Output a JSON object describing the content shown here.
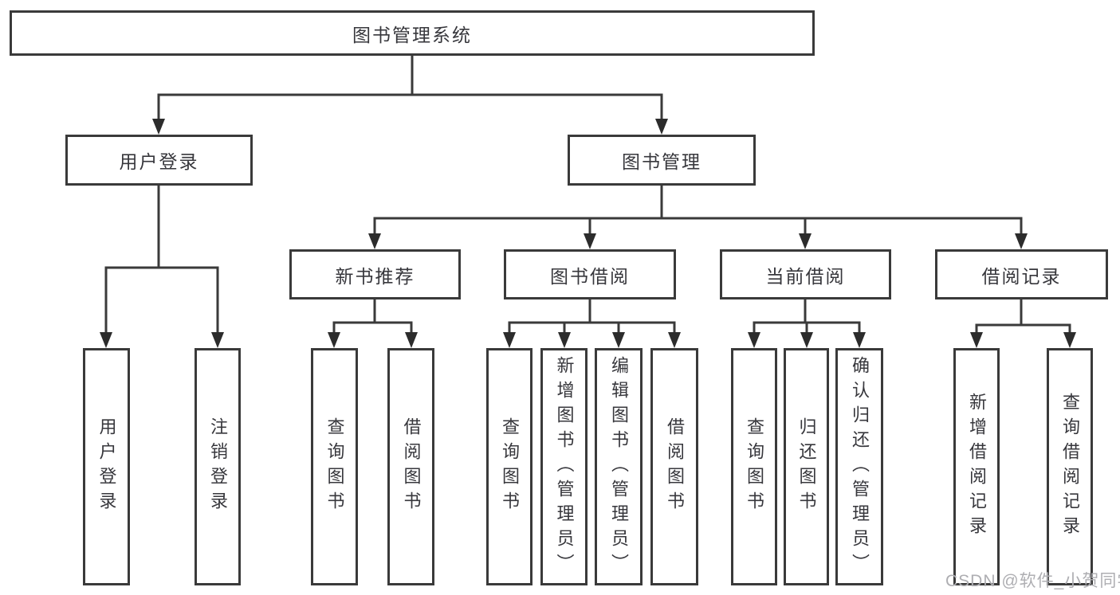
{
  "diagram_title": "图书管理系统",
  "watermark": {
    "text": "CSDN @软件_小贺同学"
  },
  "colors": {
    "background": "#ffffff",
    "line": "#3a3a3a",
    "arrow": "#2c2c2c",
    "box_border": "#3a3a3a",
    "text": "#37373c",
    "watermark_text": "#aeaeb2"
  },
  "tree": {
    "label": "图书管理系统",
    "children": [
      {
        "label": "用户登录",
        "children": [
          {
            "label": "用户登录"
          },
          {
            "label": "注销登录"
          }
        ]
      },
      {
        "label": "图书管理",
        "children": [
          {
            "label": "新书推荐",
            "children": [
              {
                "label": "查询图书"
              },
              {
                "label": "借阅图书"
              }
            ]
          },
          {
            "label": "图书借阅",
            "children": [
              {
                "label": "查询图书"
              },
              {
                "label": "新增图书（管理员）"
              },
              {
                "label": "编辑图书（管理员）"
              },
              {
                "label": "借阅图书"
              }
            ]
          },
          {
            "label": "当前借阅",
            "children": [
              {
                "label": "查询图书"
              },
              {
                "label": "归还图书"
              },
              {
                "label": "确认归还（管理员）"
              }
            ]
          },
          {
            "label": "借阅记录",
            "children": [
              {
                "label": "新增借阅记录"
              },
              {
                "label": "查询借阅记录"
              }
            ]
          }
        ]
      }
    ]
  }
}
